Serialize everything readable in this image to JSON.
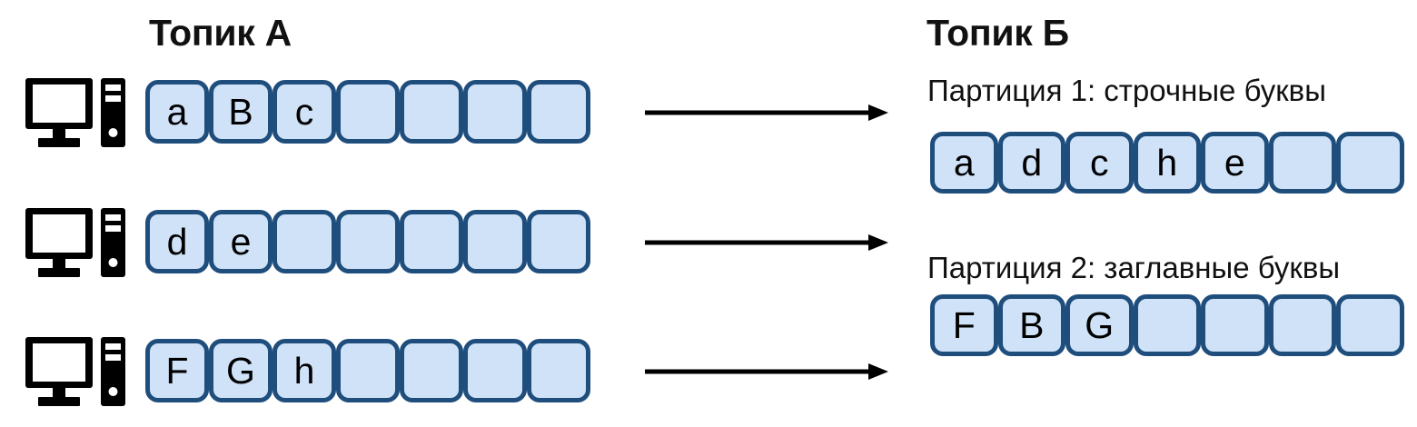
{
  "diagram": {
    "background_color": "#ffffff",
    "cell_fill_color": "#cfe2f8",
    "cell_border_color": "#1f4e7d",
    "text_color": "#000000"
  },
  "source": {
    "title": "Топик А",
    "producers": [
      {
        "icon": "desktop-computer-icon",
        "cells": [
          "a",
          "B",
          "c",
          "",
          "",
          "",
          ""
        ]
      },
      {
        "icon": "desktop-computer-icon",
        "cells": [
          "d",
          "e",
          "",
          "",
          "",
          "",
          ""
        ]
      },
      {
        "icon": "desktop-computer-icon",
        "cells": [
          "F",
          "G",
          "h",
          "",
          "",
          "",
          ""
        ]
      }
    ]
  },
  "arrows": [
    {
      "name": "flow-arrow-1",
      "direction": "right"
    },
    {
      "name": "flow-arrow-2",
      "direction": "right"
    },
    {
      "name": "flow-arrow-3",
      "direction": "right"
    }
  ],
  "destination": {
    "title": "Топик Б",
    "partitions": [
      {
        "label": "Партиция 1: строчные буквы",
        "cells": [
          "a",
          "d",
          "c",
          "h",
          "e",
          "",
          ""
        ]
      },
      {
        "label": "Партиция 2: заглавные буквы",
        "cells": [
          "F",
          "B",
          "G",
          "",
          "",
          "",
          ""
        ]
      }
    ]
  }
}
